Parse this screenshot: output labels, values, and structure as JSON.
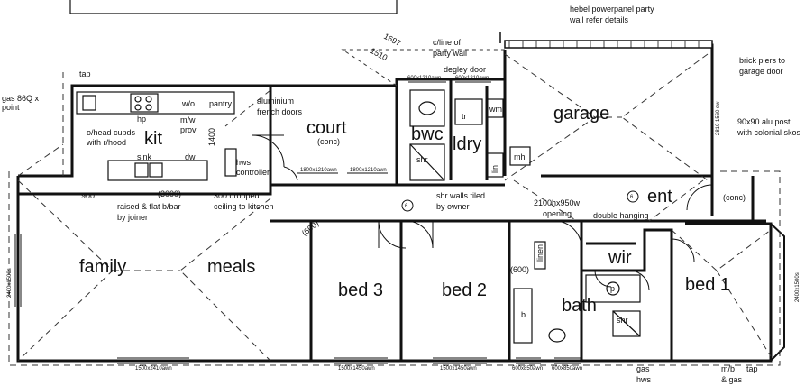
{
  "rooms": {
    "kit": "kit",
    "court": "court",
    "court_sub": "(conc)",
    "bwc": "bwc",
    "ldry": "ldry",
    "shr_bwc": "shr",
    "garage": "garage",
    "ent": "ent",
    "ent_sub": "(conc)",
    "family": "family",
    "meals": "meals",
    "bed3": "bed 3",
    "bed2": "bed 2",
    "bed1": "bed 1",
    "wir": "wir",
    "bath": "bath",
    "shr_bath": "shr"
  },
  "notes": {
    "tap_top": "tap",
    "gas_meter": "gas 86Q x",
    "gas_point": "point",
    "ohead": "o/head cupds",
    "rhood": "with r/hood",
    "hp": "hp",
    "wo": "w/o",
    "mw": "m/w",
    "prov": "prov",
    "pantry": "pantry",
    "dim_1400": "1400",
    "sink": "sink",
    "dw": "dw",
    "dim_900": "900",
    "dim_3000": "(3000)",
    "raised1": "raised & flat b/bar",
    "raised2": "by joiner",
    "drop1": "300 dropped",
    "drop2": "ceiling to kitchen",
    "hws1": "hws",
    "hws2": "controller",
    "alu1": "aluminium",
    "alu2": "french doors",
    "dim_1697": "1697",
    "dim_1510": "1510",
    "party1": "c/line of",
    "party2": "party wall",
    "degley": "degley door",
    "hebel1": "hebel powerpanel party",
    "hebel2": "wall refer details",
    "brick1": "brick piers to",
    "brick2": "garage door",
    "post1": "90x90 alu post",
    "post2": "with colonial skos",
    "wm": "wm",
    "tr": "tr",
    "lin": "lin",
    "mh": "mh",
    "tiled1": "shr walls tiled",
    "tiled2": "by owner",
    "opening1": "2100hx950w",
    "opening2": "opening",
    "double_hanging": "double hanging",
    "dim_600a": "(600)",
    "dim_600b": "(600)",
    "linen": "linen",
    "b": "b",
    "p": "p",
    "gas_bottom": "gas",
    "hws_bottom": "hws",
    "mb": "m/b",
    "gas_bottom2": "& gas",
    "tap_bottom": "tap"
  },
  "circle_labels": {
    "court_marker": "6",
    "ent_marker": "6"
  },
  "window_labels": {
    "court1": "1800x1210awn",
    "court2": "1800x1210awn",
    "bwc_top": "600x1210awn",
    "ldry_top": "600x1210awn",
    "bottom1": "1500x2410awn",
    "bottom2": "1500x1450awn",
    "bottom3": "1500x1450awn",
    "bottom4": "600x850awn",
    "bottom5": "600x850awn",
    "left_side": "2400x1500s",
    "right_side": "2400x1500s",
    "right_dim": "2810 1560 sw"
  }
}
